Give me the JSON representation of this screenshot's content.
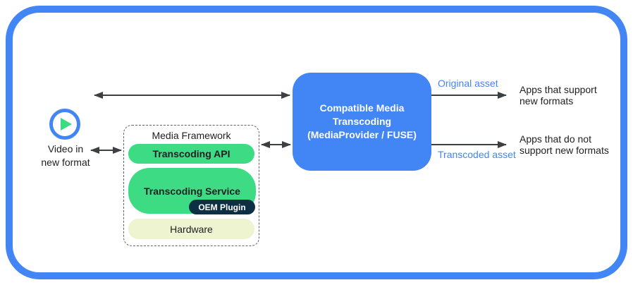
{
  "colors": {
    "accent_blue": "#4285f4",
    "pill_green": "#3ddc84",
    "oem_navy": "#0d2f44",
    "hardware_pale": "#eef3d0",
    "arrow_gray": "#3c4043"
  },
  "source": {
    "icon": "play-icon",
    "label": "Video in\nnew format"
  },
  "media_framework": {
    "title": "Media Framework",
    "layers": [
      {
        "label": "Transcoding API"
      },
      {
        "label": "Transcoding Service",
        "badge": "OEM Plugin"
      },
      {
        "label": "Hardware"
      }
    ]
  },
  "transcoder": {
    "label": "Compatible Media\nTranscoding\n(MediaProvider / FUSE)"
  },
  "flows": [
    {
      "label": "Original asset",
      "target": "Apps that support\nnew formats"
    },
    {
      "label": "Transcoded asset",
      "target": "Apps that do not\nsupport new formats"
    }
  ]
}
